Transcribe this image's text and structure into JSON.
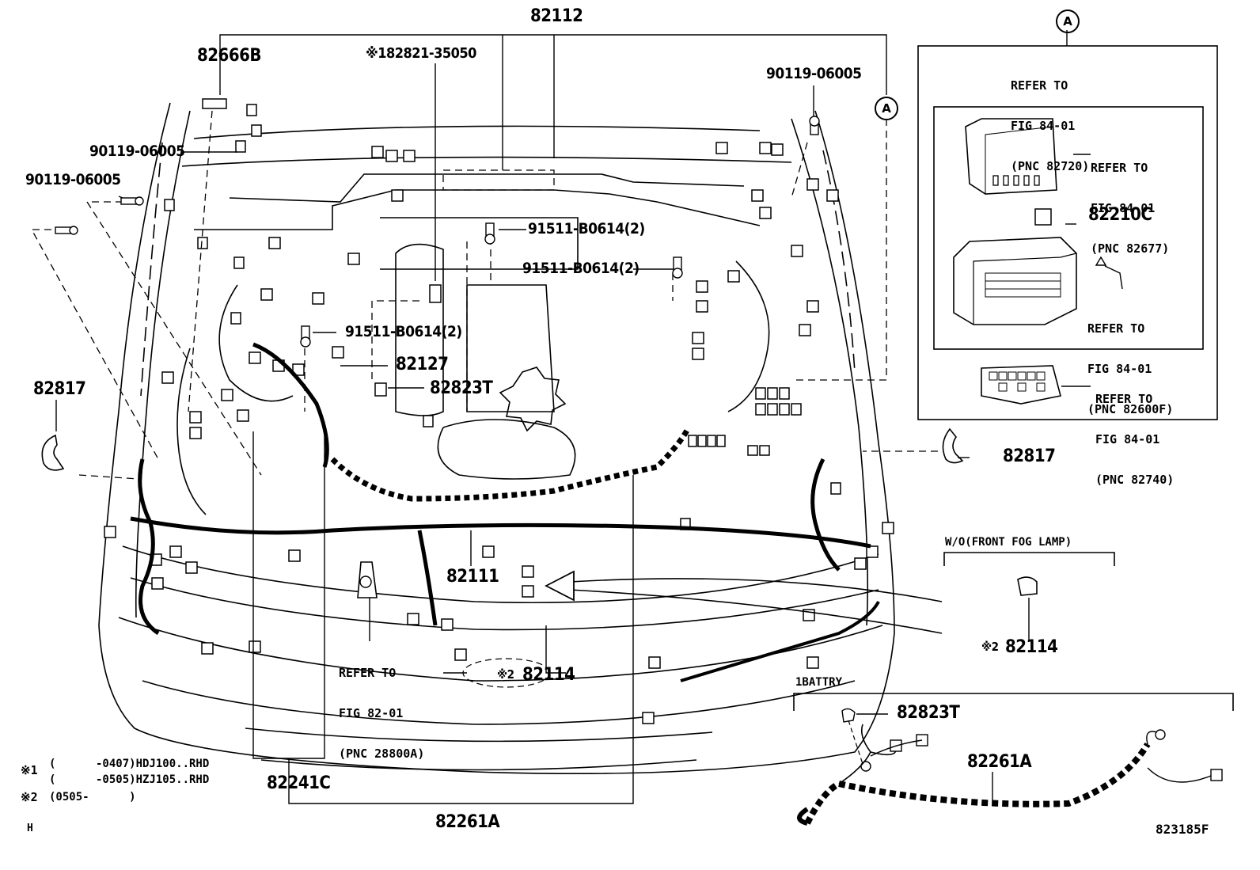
{
  "diagram": {
    "drawing_number": "823185F",
    "corner_mark": "H",
    "marker_a": "A",
    "labels": {
      "p82112": "82112",
      "p82666B": "82666B",
      "p82821": "※182821-35050",
      "p90119_top_right": "90119-06005",
      "p90119_left_1": "90119-06005",
      "p90119_left_2": "90119-06005",
      "p91511_a": "91511-B0614(2)",
      "p91511_b": "91511-B0614(2)",
      "p91511_c": "91511-B0614(2)",
      "p82127": "82127",
      "p82823T_main": "82823T",
      "p82817_left": "82817",
      "p82817_right": "82817",
      "p82111": "82111",
      "p82114_main": "82114",
      "p82114_main_mark": "※2",
      "p82241C": "82241C",
      "p82261A_main": "82261A",
      "p82261A_battery": "82261A",
      "p82823T_battery": "82823T",
      "p82210C": "82210C",
      "p82114_fog": "82114",
      "p82114_fog_mark": "※2"
    },
    "refer_fig82": [
      "REFER TO",
      "FIG 82-01",
      "(PNC 28800A)"
    ],
    "inset_a": {
      "refer_top": [
        "REFER TO",
        "FIG 84-01",
        "(PNC 82720)"
      ],
      "refer_82677": [
        "REFER TO",
        "FIG 84-01",
        "(PNC 82677)"
      ],
      "refer_82600F": [
        "REFER TO",
        "FIG 84-01",
        "(PNC 82600F)"
      ],
      "refer_82740": [
        "REFER TO",
        "FIG 84-01",
        "(PNC 82740)"
      ]
    },
    "fog_box_title": "W/O(FRONT FOG LAMP)",
    "battery_box_title": "1BATTRY",
    "footnotes": {
      "note1_mark": "※1",
      "note1_line1": "(      -0407)HDJ100..RHD",
      "note1_line2": "(      -0505)HZJ105..RHD",
      "note2_mark": "※2",
      "note2_line": "(0505-      )"
    }
  }
}
